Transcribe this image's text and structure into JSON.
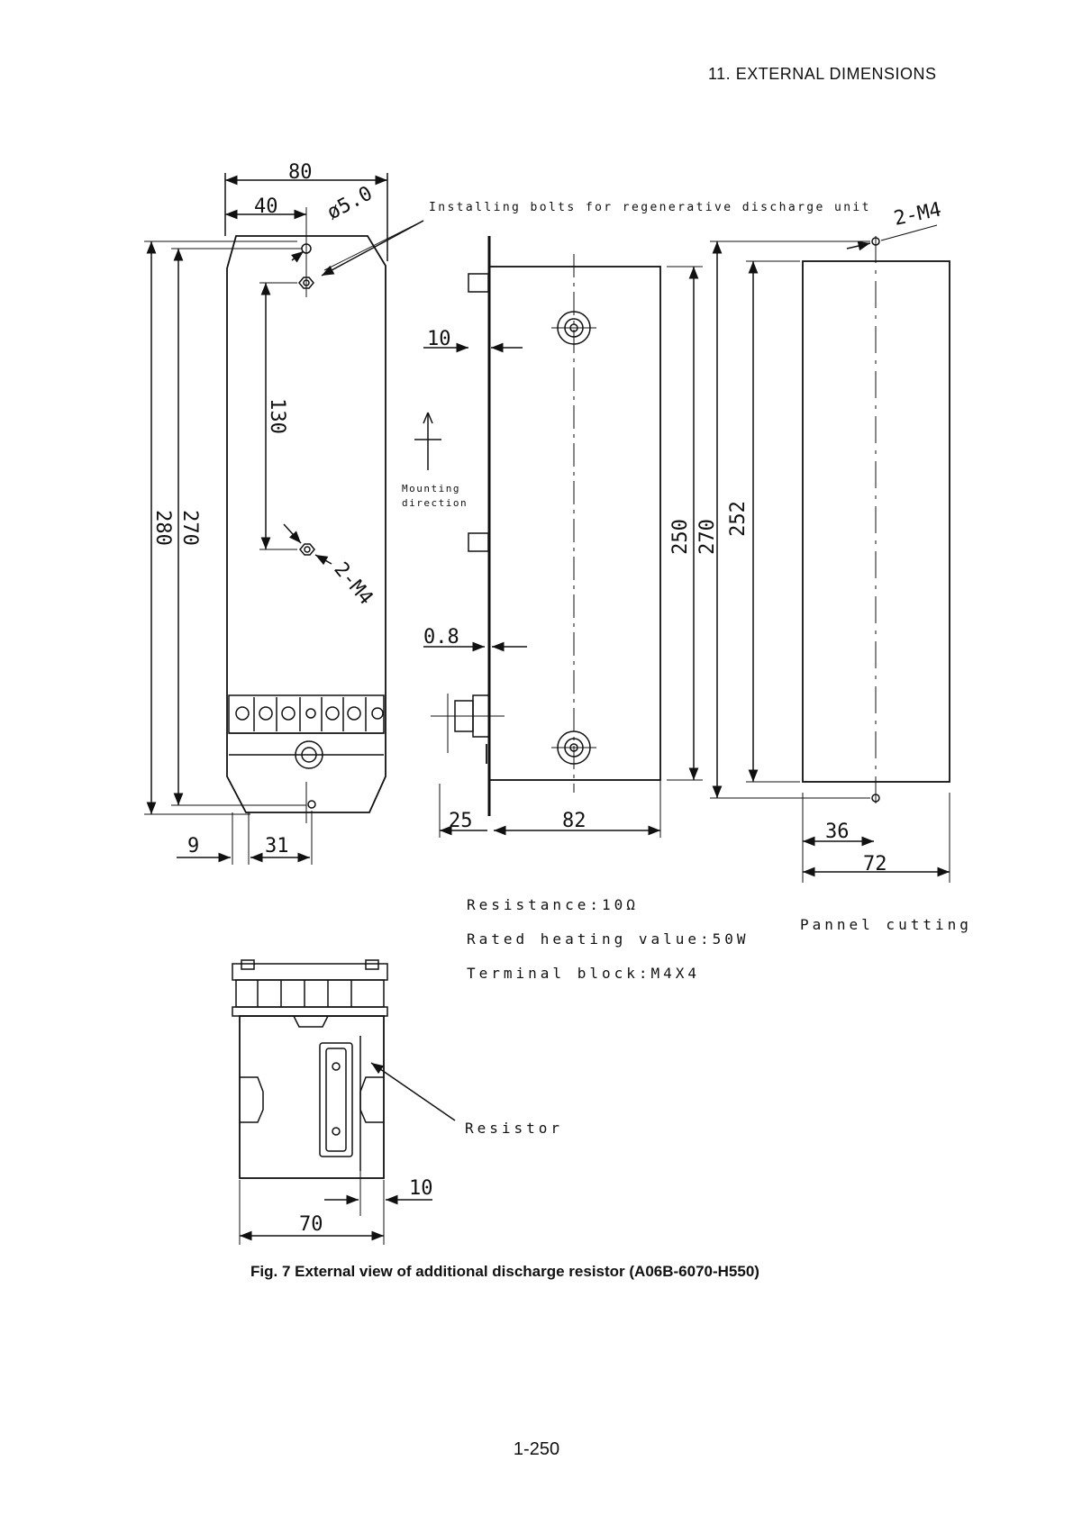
{
  "header": {
    "section": "11.   EXTERNAL DIMENSIONS"
  },
  "labels": {
    "installing_bolts": "Installing bolts for regenerative discharge unit",
    "mounting_direction_1": "Mounting",
    "mounting_direction_2": "direction",
    "pannel_cutting": "Pannel cutting",
    "resistor": "Resistor",
    "thread_top": "2-M4",
    "thread_front": "2-M4",
    "hole": "ø5.0"
  },
  "specs": {
    "resistance": "Resistance:10Ω",
    "rated_heating": "Rated heating value:50W",
    "terminal_block": "Terminal block:M4X4"
  },
  "dimensions": {
    "front_width": "80",
    "front_half": "40",
    "front_height_total": "280",
    "front_height_holes": "270",
    "front_hole_pitch": "130",
    "front_offset_9": "9",
    "front_offset_31": "31",
    "side_10": "10",
    "side_08": "0.8",
    "side_250": "250",
    "side_270": "270",
    "side_25": "25",
    "side_82": "82",
    "panel_252": "252",
    "panel_36": "36",
    "panel_72": "72",
    "bottom_70": "70",
    "bottom_10": "10"
  },
  "caption": "Fig. 7   External view of additional discharge resistor (A06B-6070-H550)",
  "page_number": "1-250"
}
